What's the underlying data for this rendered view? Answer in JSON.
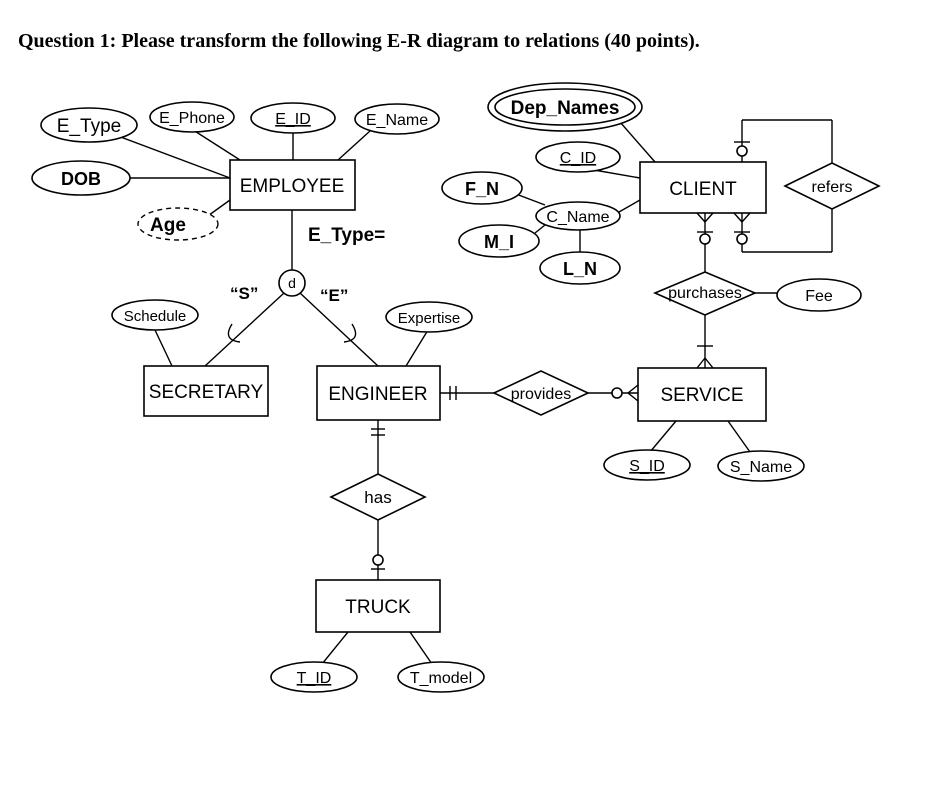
{
  "question": "Question 1: Please transform the following E-R diagram to relations (40 points).",
  "entities": {
    "employee": "EMPLOYEE",
    "client": "CLIENT",
    "secretary": "SECRETARY",
    "engineer": "ENGINEER",
    "service": "SERVICE",
    "truck": "TRUCK"
  },
  "relationships": {
    "refers": "refers",
    "purchases": "purchases",
    "provides": "provides",
    "has": "has"
  },
  "attributes": {
    "e_type": "E_Type",
    "e_phone": "E_Phone",
    "e_id": "E_ID",
    "e_name": "E_Name",
    "dob": "DOB",
    "age": "Age",
    "dep_names": "Dep_Names",
    "c_id": "C_ID",
    "f_n": "F_N",
    "c_name": "C_Name",
    "m_i": "M_I",
    "l_n": "L_N",
    "fee": "Fee",
    "schedule": "Schedule",
    "expertise": "Expertise",
    "s_id": "S_ID",
    "s_name": "S_Name",
    "t_id": "T_ID",
    "t_model": "T_model"
  },
  "specialization": {
    "discriminator_label": "E_Type=",
    "disjoint_symbol": "d",
    "secretary_value": "“S”",
    "engineer_value": "“E”"
  }
}
